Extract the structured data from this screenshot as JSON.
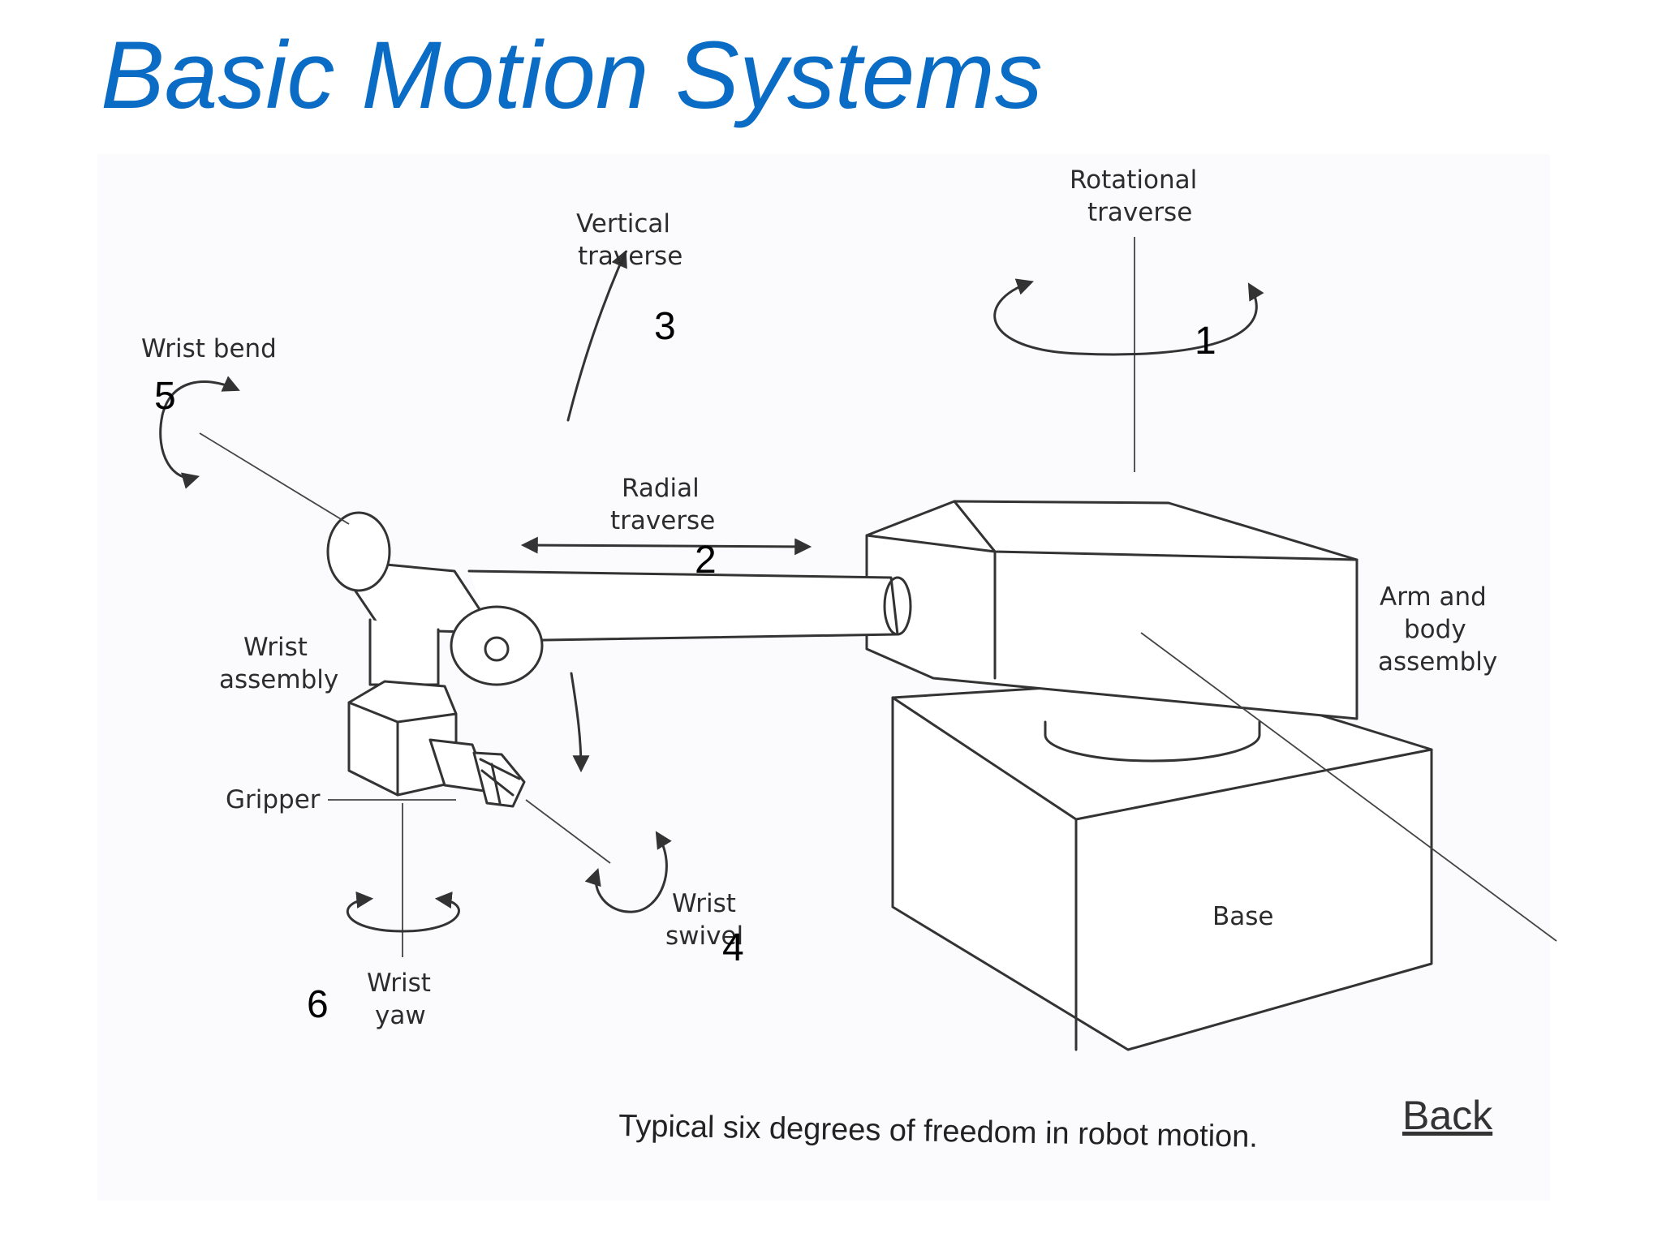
{
  "page": {
    "title": "Basic Motion Systems",
    "back_link": "Back"
  },
  "diagram": {
    "caption": "Typical six degrees of freedom in robot motion.",
    "labels": {
      "rotational_1": "Rotational",
      "rotational_2": "traverse",
      "vertical_1": "Vertical",
      "vertical_2": "traverse",
      "radial_1": "Radial",
      "radial_2": "traverse",
      "wrist_bend": "Wrist bend",
      "wrist_assembly_1": "Wrist",
      "wrist_assembly_2": "assembly",
      "gripper": "Gripper",
      "wrist_swivel_1": "Wrist",
      "wrist_swivel_2": "swivel",
      "wrist_yaw_1": "Wrist",
      "wrist_yaw_2": "yaw",
      "arm_body_1": "Arm and",
      "arm_body_2": "body",
      "arm_body_3": "assembly",
      "base": "Base"
    },
    "numbers": {
      "rotational": "1",
      "radial": "2",
      "vertical": "3",
      "wrist_swivel": "4",
      "wrist_bend": "5",
      "wrist_yaw": "6"
    }
  }
}
